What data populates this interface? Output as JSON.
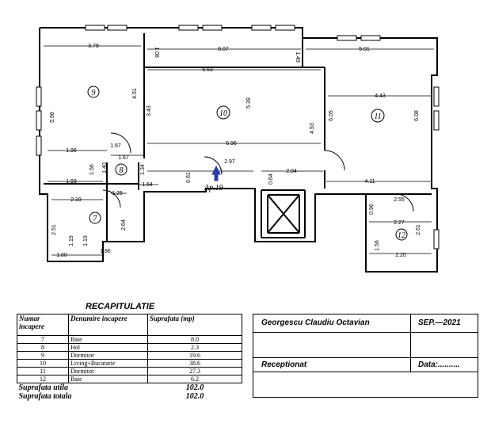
{
  "plan": {
    "rooms": [
      "9",
      "10",
      "11",
      "8",
      "7",
      "12"
    ],
    "apartment_label": "Ap.19",
    "dims": [
      "3.79",
      "6.07",
      "5.01",
      "5.53",
      "4.43",
      "1.08",
      "1.49",
      "5.98",
      "4.51",
      "3.43",
      "5.39",
      "4.53",
      "6.05",
      "6.08",
      "1.96",
      "1.67",
      "1.67",
      "6.96",
      "1.93",
      "1.40",
      "1.56",
      "1.34",
      "2.97",
      "1.64",
      "1.25",
      "0.61",
      "0.64",
      "2.04",
      "4.11",
      "2.19",
      "2.64",
      "2.51",
      "1.19",
      "1.19",
      "1.00",
      "1.86",
      "0.96",
      "2.55",
      "2.27",
      "2.61",
      "1.56",
      "2.20"
    ]
  },
  "recap": {
    "title": "RECAPITULATIE",
    "headers": {
      "num": "Numar incapere",
      "name": "Denumire incapere",
      "area": "Suprafata (mp)"
    },
    "rows": [
      {
        "num": "7",
        "name": "Baie",
        "area": "8.0"
      },
      {
        "num": "8",
        "name": "Hol",
        "area": "2.3"
      },
      {
        "num": "9",
        "name": "Dormitor",
        "area": "19.6"
      },
      {
        "num": "10",
        "name": "Living+Bucatarie",
        "area": "38.6"
      },
      {
        "num": "11",
        "name": "Dormitor",
        "area": "27.3"
      },
      {
        "num": "12",
        "name": "Baie",
        "area": "6.2"
      }
    ],
    "useful_label": "Suprafata utila",
    "useful_value": "102.0",
    "total_label": "Suprafata totala",
    "total_value": "102.0"
  },
  "stamp": {
    "author": "Georgescu Claudiu Octavian",
    "date": "SEP.—2021",
    "receiver": "Receptionat",
    "date_field": "Data:.........."
  }
}
